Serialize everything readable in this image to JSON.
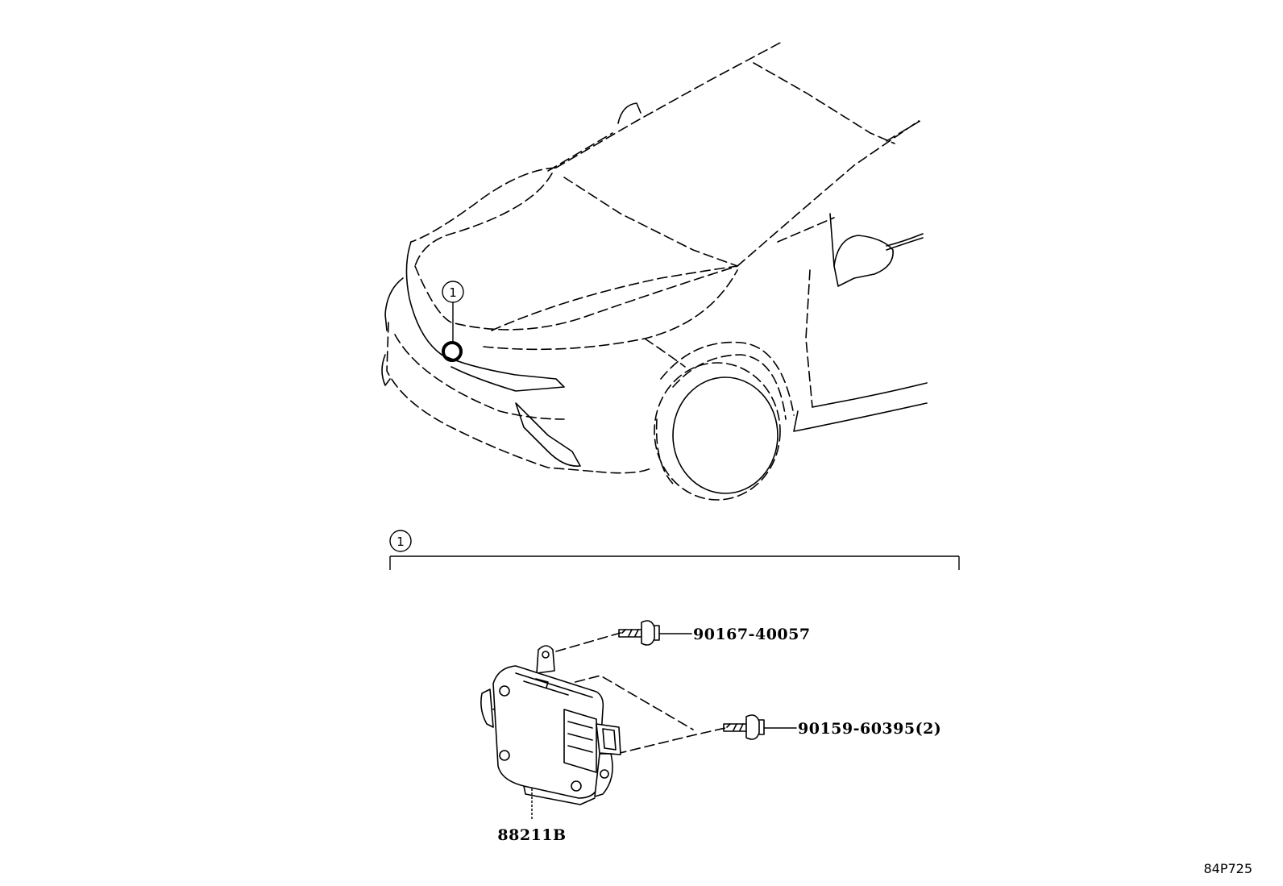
{
  "callouts": {
    "vehicle_marker": "1",
    "group_marker": "1"
  },
  "parts": {
    "bolt_upper": "90167-40057",
    "bolt_lower": "90159-60395(2)",
    "module": "88211B"
  },
  "reference_code": "84P725"
}
